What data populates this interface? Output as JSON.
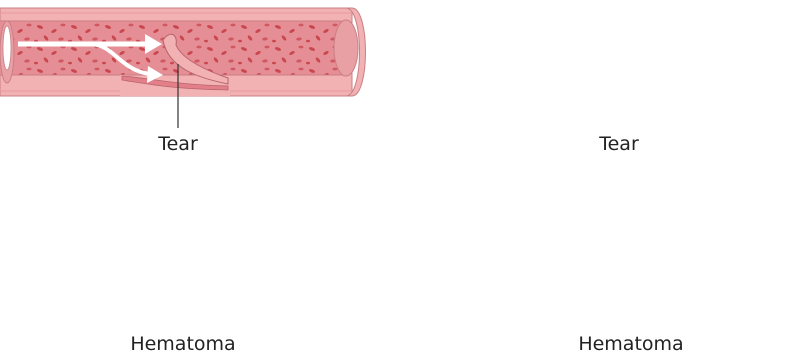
{
  "labels": {
    "tear_left": "Tear",
    "tear_right": "Tear",
    "hematoma_left": "Hematoma",
    "hematoma_right": "Hematoma"
  },
  "colors": {
    "wall": "#f2b1b3",
    "wall_dark": "#d98f93",
    "lumen": "#e68e95",
    "cell": "#c9474f",
    "hematoma": "#f8ecb6",
    "arrow": "#ffffff",
    "progress_arrow": "#d6d6d6",
    "line": "#333333"
  }
}
